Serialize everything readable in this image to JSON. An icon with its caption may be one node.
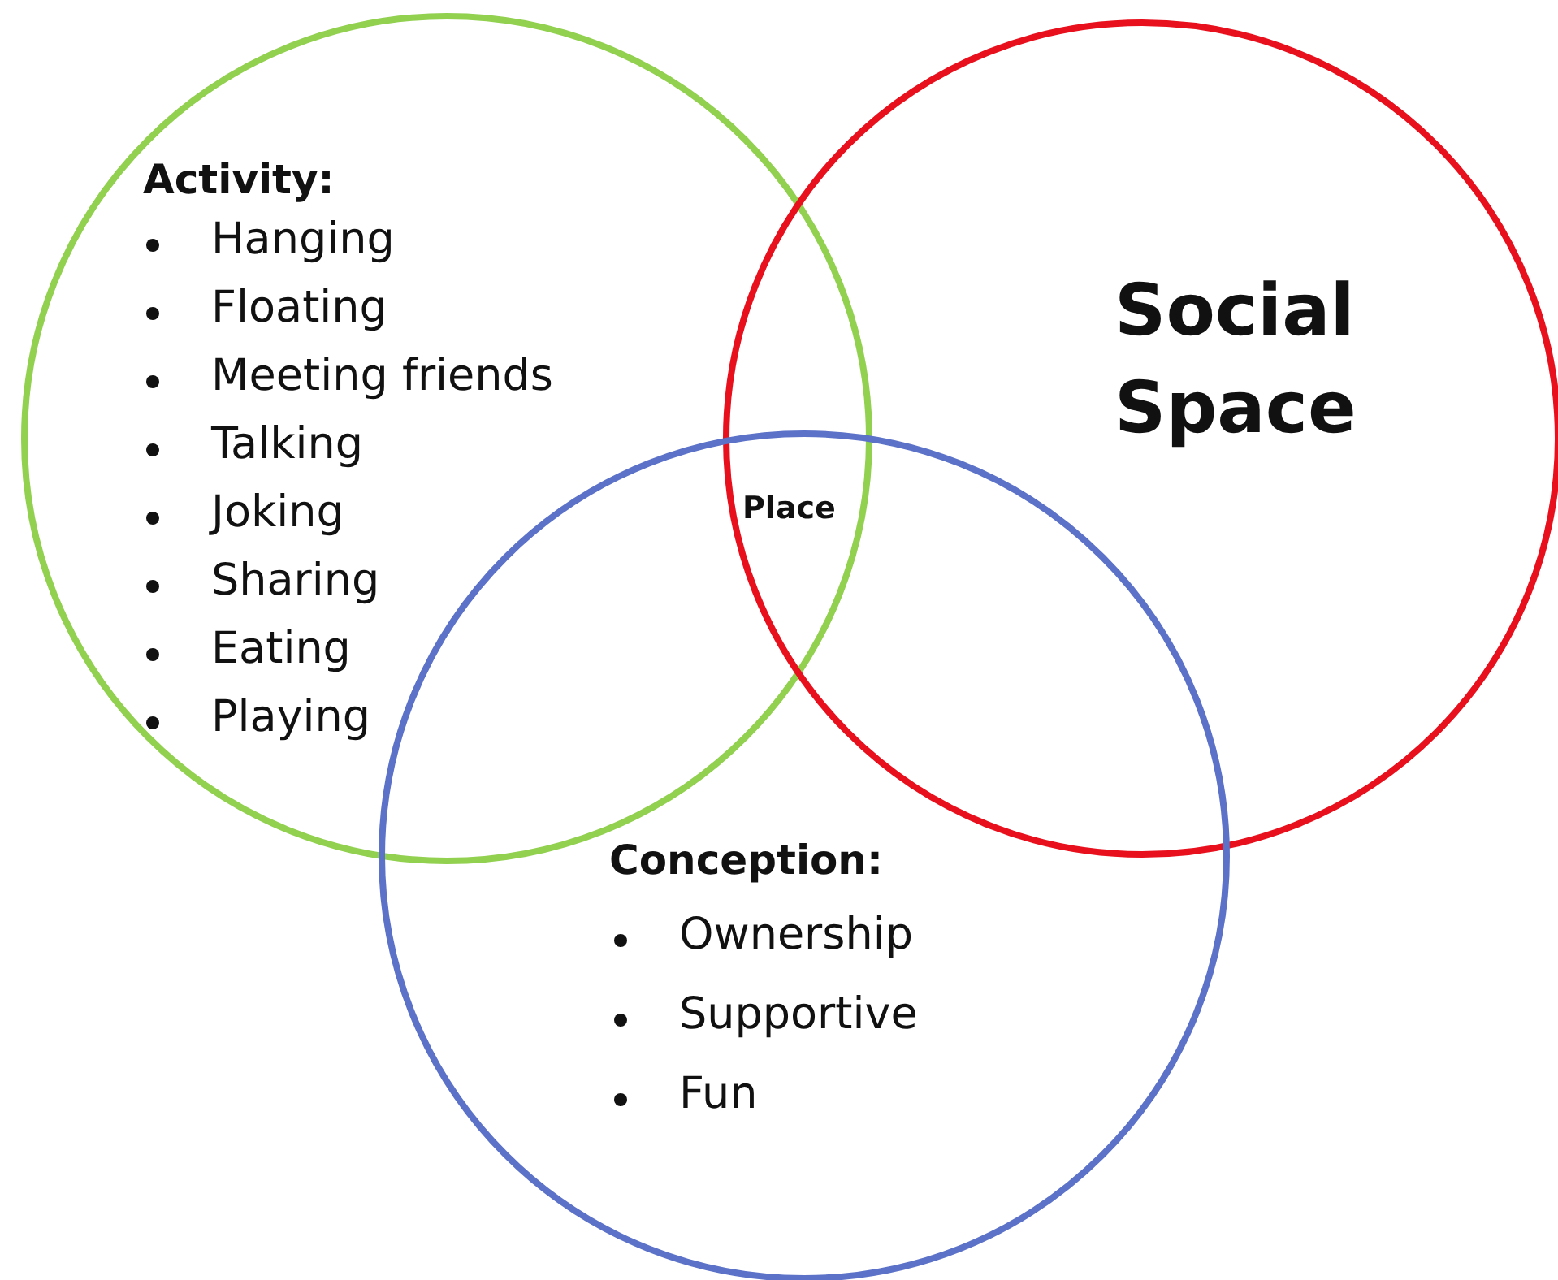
{
  "diagram": {
    "nodes": [
      {
        "text": [
          "Activity:",
          "Hanging",
          "Floating",
          "Meeting friends",
          "Talking",
          "Joking",
          "Sharing",
          "Eating",
          "Playing"
        ]
      },
      {
        "text": [
          "Social Space"
        ]
      },
      {
        "text": [
          "Conception:",
          "Ownership",
          "Supportive",
          "Fun"
        ]
      }
    ],
    "edges": [],
    "labels": [
      "Place"
    ]
  }
}
